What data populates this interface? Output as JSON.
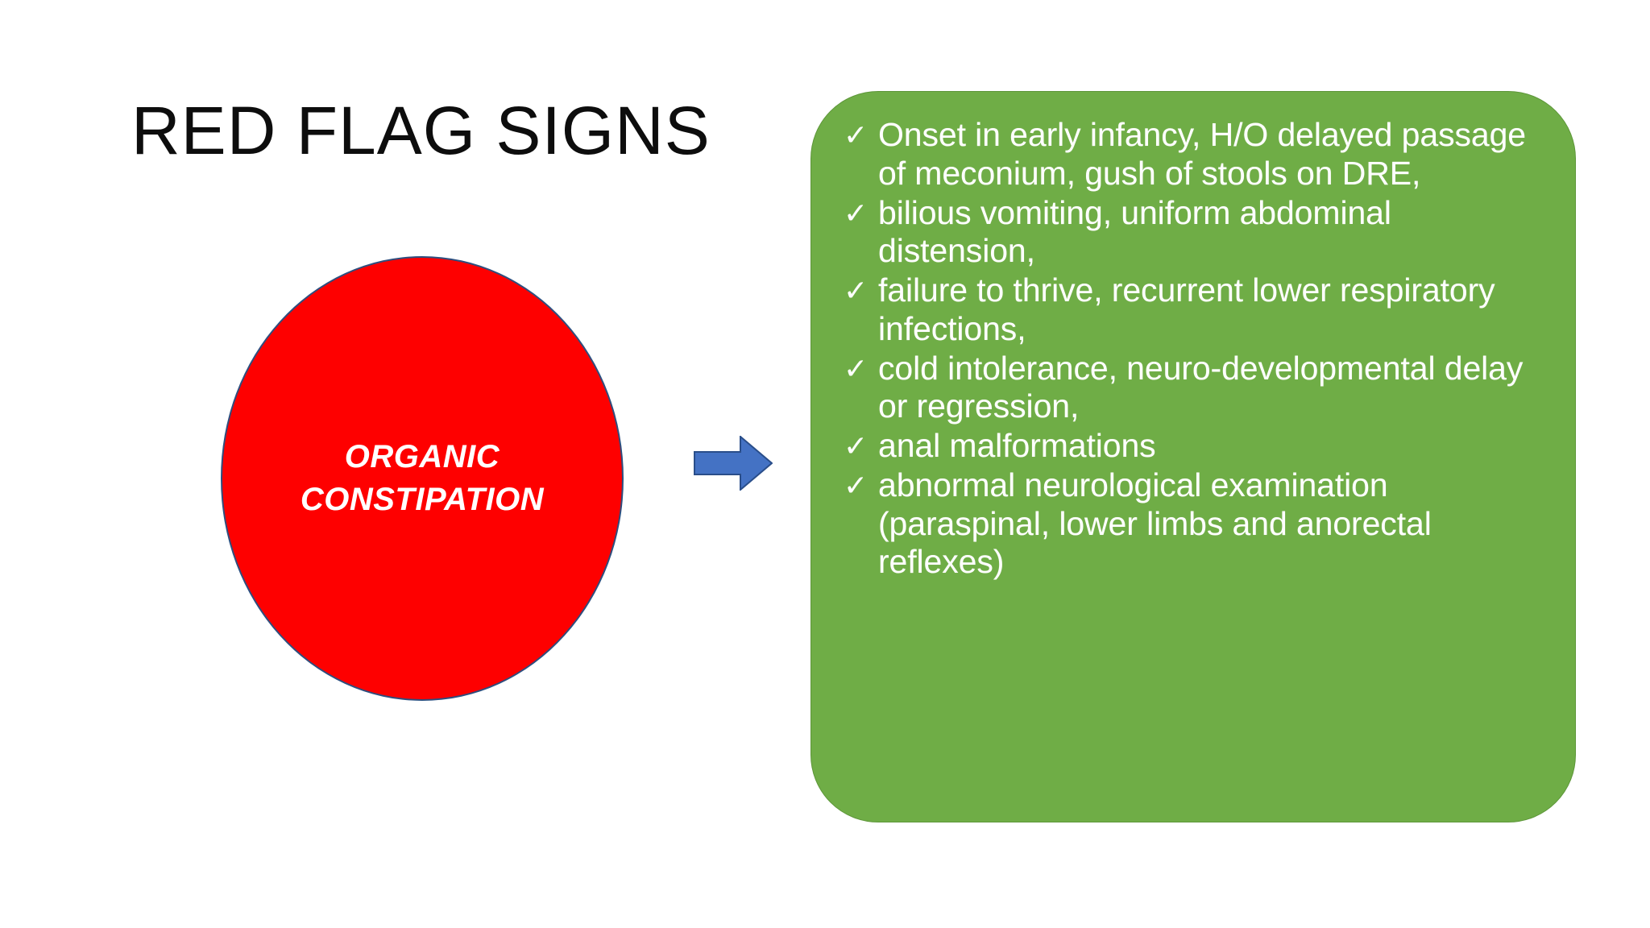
{
  "slide": {
    "title": "RED FLAG SIGNS",
    "background_color": "#FFFFFF"
  },
  "diagram": {
    "source_node": {
      "label": "ORGANIC\nCONSTIPATION",
      "label_line_1": "ORGANIC",
      "label_line_2": "CONSTIPATION",
      "shape": "ellipse",
      "fill_color": "#FE0000",
      "outline_color": "#2E4E7E",
      "text_color": "#FFFFFF"
    },
    "connector": {
      "icon": "right-arrow-icon",
      "fill_color": "#4472C4",
      "outline_color": "#2A4E8A",
      "direction": "right"
    },
    "target_node": {
      "shape": "rounded-rectangle",
      "fill_color": "#6FAD46",
      "outline_color": "#5D9639",
      "text_color": "#FFFFFF",
      "bullet_glyph": "✓",
      "items": [
        "Onset in early infancy, H/O delayed passage of meconium, gush of stools on DRE,",
        "bilious vomiting, uniform abdominal distension,",
        "failure to thrive, recurrent lower respiratory infections,",
        "cold intolerance, neuro-developmental delay or regression,",
        "anal malformations",
        "abnormal neurological examination (paraspinal, lower limbs and anorectal reflexes)"
      ]
    }
  }
}
